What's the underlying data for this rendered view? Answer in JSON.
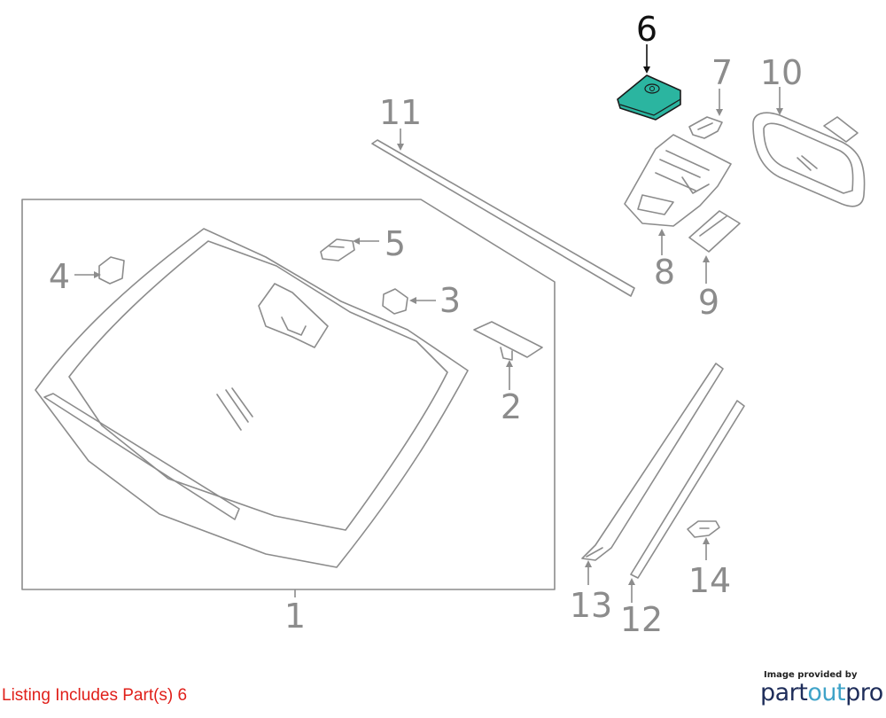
{
  "diagram": {
    "callouts": [
      {
        "id": "1",
        "label": "1"
      },
      {
        "id": "2",
        "label": "2"
      },
      {
        "id": "3",
        "label": "3"
      },
      {
        "id": "4",
        "label": "4"
      },
      {
        "id": "5",
        "label": "5"
      },
      {
        "id": "6",
        "label": "6",
        "highlighted": true
      },
      {
        "id": "7",
        "label": "7"
      },
      {
        "id": "8",
        "label": "8"
      },
      {
        "id": "9",
        "label": "9"
      },
      {
        "id": "10",
        "label": "10"
      },
      {
        "id": "11",
        "label": "11"
      },
      {
        "id": "12",
        "label": "12"
      },
      {
        "id": "13",
        "label": "13"
      },
      {
        "id": "14",
        "label": "14"
      }
    ],
    "colors": {
      "line": "#8c8c8c",
      "highlight_fill": "#2bb5a0",
      "highlight_label": "#111111"
    }
  },
  "footer": {
    "listing_note": "Listing Includes Part(s) 6",
    "listing_note_color": "#e0201a",
    "brand_caption": "Image provided by",
    "brand_part": "part",
    "brand_out": "out",
    "brand_pro": "pro"
  }
}
